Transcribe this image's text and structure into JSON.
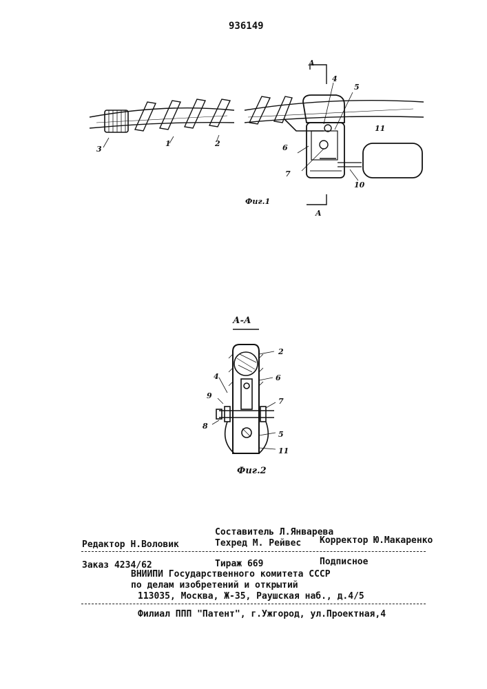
{
  "patent_number": "936149",
  "figure1": {
    "caption": "Фиг.1",
    "section_mark_top": "A",
    "section_mark_bottom": "A",
    "part_labels": [
      "3",
      "1",
      "2",
      "4",
      "5",
      "6",
      "7",
      "10",
      "11"
    ]
  },
  "figure2": {
    "section_title": "А-А",
    "caption": "Фиг.2",
    "part_labels": [
      "2",
      "4",
      "6",
      "9",
      "7",
      "8",
      "5",
      "11"
    ]
  },
  "footer": {
    "composer": "Составитель Л.Январева",
    "editor": "Редактор Н.Воловик",
    "techred": "Техред М. Рейвес",
    "corrector": "Корректор Ю.Макаренко",
    "order": "Заказ 4234/62",
    "print_run": "Тираж 669",
    "subscription": "Подписное",
    "org_line1": "ВНИИПИ Государственного комитета СССР",
    "org_line2": "по делам изобретений и открытий",
    "org_line3": "113035, Москва, Ж-35, Раушская наб., д.4/5",
    "branch": "Филиал ППП \"Патент\", г.Ужгород, ул.Проектная,4"
  }
}
